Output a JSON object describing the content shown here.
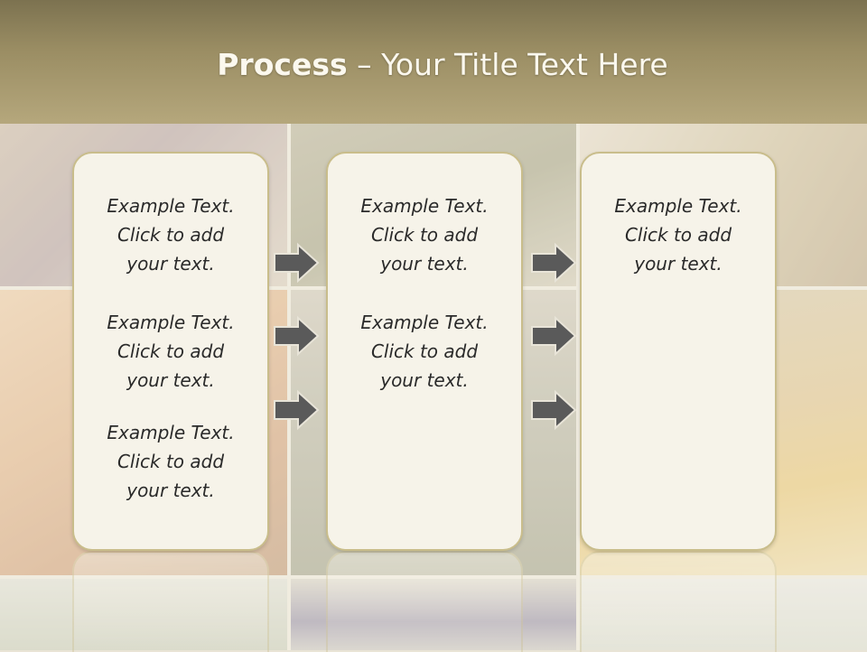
{
  "slide": {
    "title_bold": "Process",
    "title_rest": " – Your Title Text Here",
    "columns": [
      {
        "blocks": [
          {
            "line1": "Example Text.",
            "line2": "Click  to add",
            "line3": "your text."
          },
          {
            "line1": "Example Text.",
            "line2": "Click  to add",
            "line3": "your text."
          },
          {
            "line1": "Example Text.",
            "line2": "Click  to add",
            "line3": "your text."
          }
        ]
      },
      {
        "blocks": [
          {
            "line1": "Example Text.",
            "line2": "Click  to add",
            "line3": "your text."
          },
          {
            "line1": "Example Text.",
            "line2": "Click  to add",
            "line3": "your text."
          }
        ]
      },
      {
        "blocks": [
          {
            "line1": "Example Text.",
            "line2": "Click  to add",
            "line3": "your text."
          }
        ]
      }
    ]
  },
  "colors": {
    "header": "#9a8d63",
    "box_fill": "#f6f3e9",
    "box_border": "#c9bd8b",
    "arrow_fill": "#5a5a5a",
    "title_text": "#fbf8ee"
  },
  "icons": {
    "arrow": "right-arrow-icon"
  }
}
